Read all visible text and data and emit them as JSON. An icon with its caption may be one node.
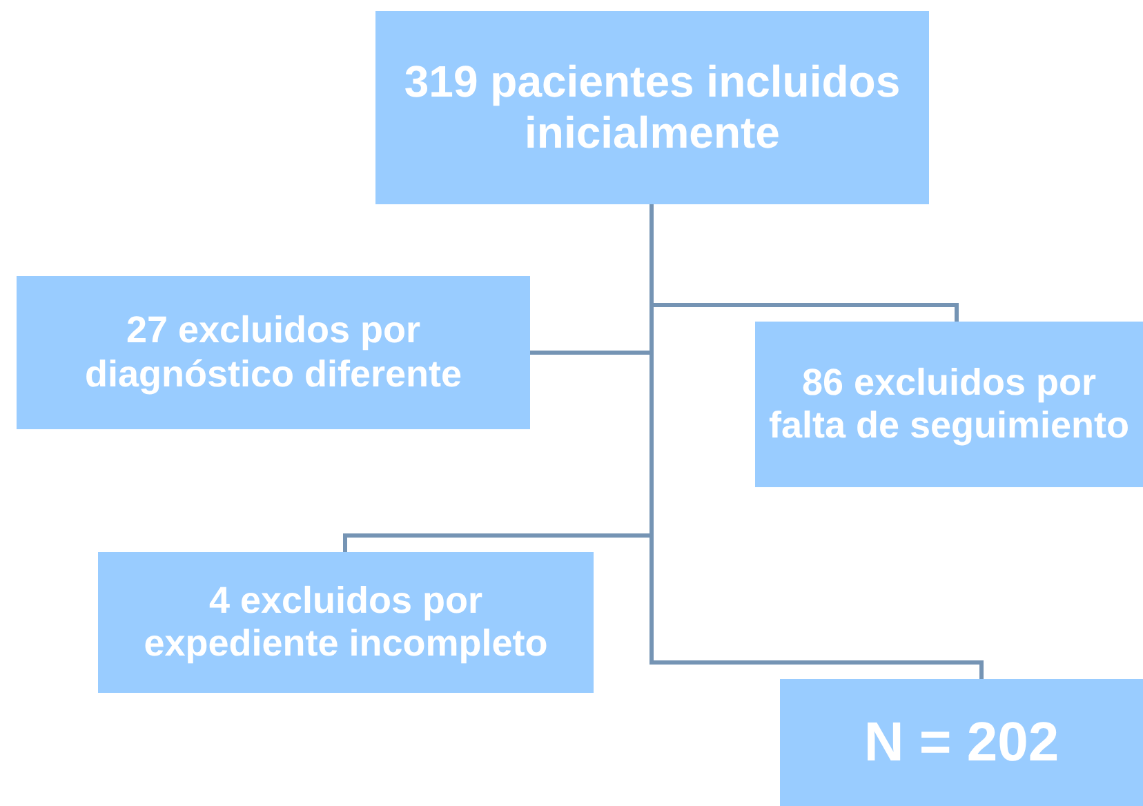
{
  "diagram": {
    "nodes": [
      {
        "text": [
          "319 pacientes incluidos inicialmente"
        ]
      },
      {
        "text": [
          "27 excluidos por diagnóstico diferente"
        ]
      },
      {
        "text": [
          "86 excluidos por falta de seguimiento"
        ]
      },
      {
        "text": [
          "4 excluidos por expediente incompleto"
        ]
      },
      {
        "text": [
          "N = 202"
        ]
      }
    ],
    "edges": [
      {
        "from": 0,
        "to": 1,
        "arrow": "none"
      },
      {
        "from": 0,
        "to": 2,
        "arrow": "none"
      },
      {
        "from": 0,
        "to": 3,
        "arrow": "none"
      },
      {
        "from": 0,
        "to": 4,
        "arrow": "none"
      }
    ]
  }
}
